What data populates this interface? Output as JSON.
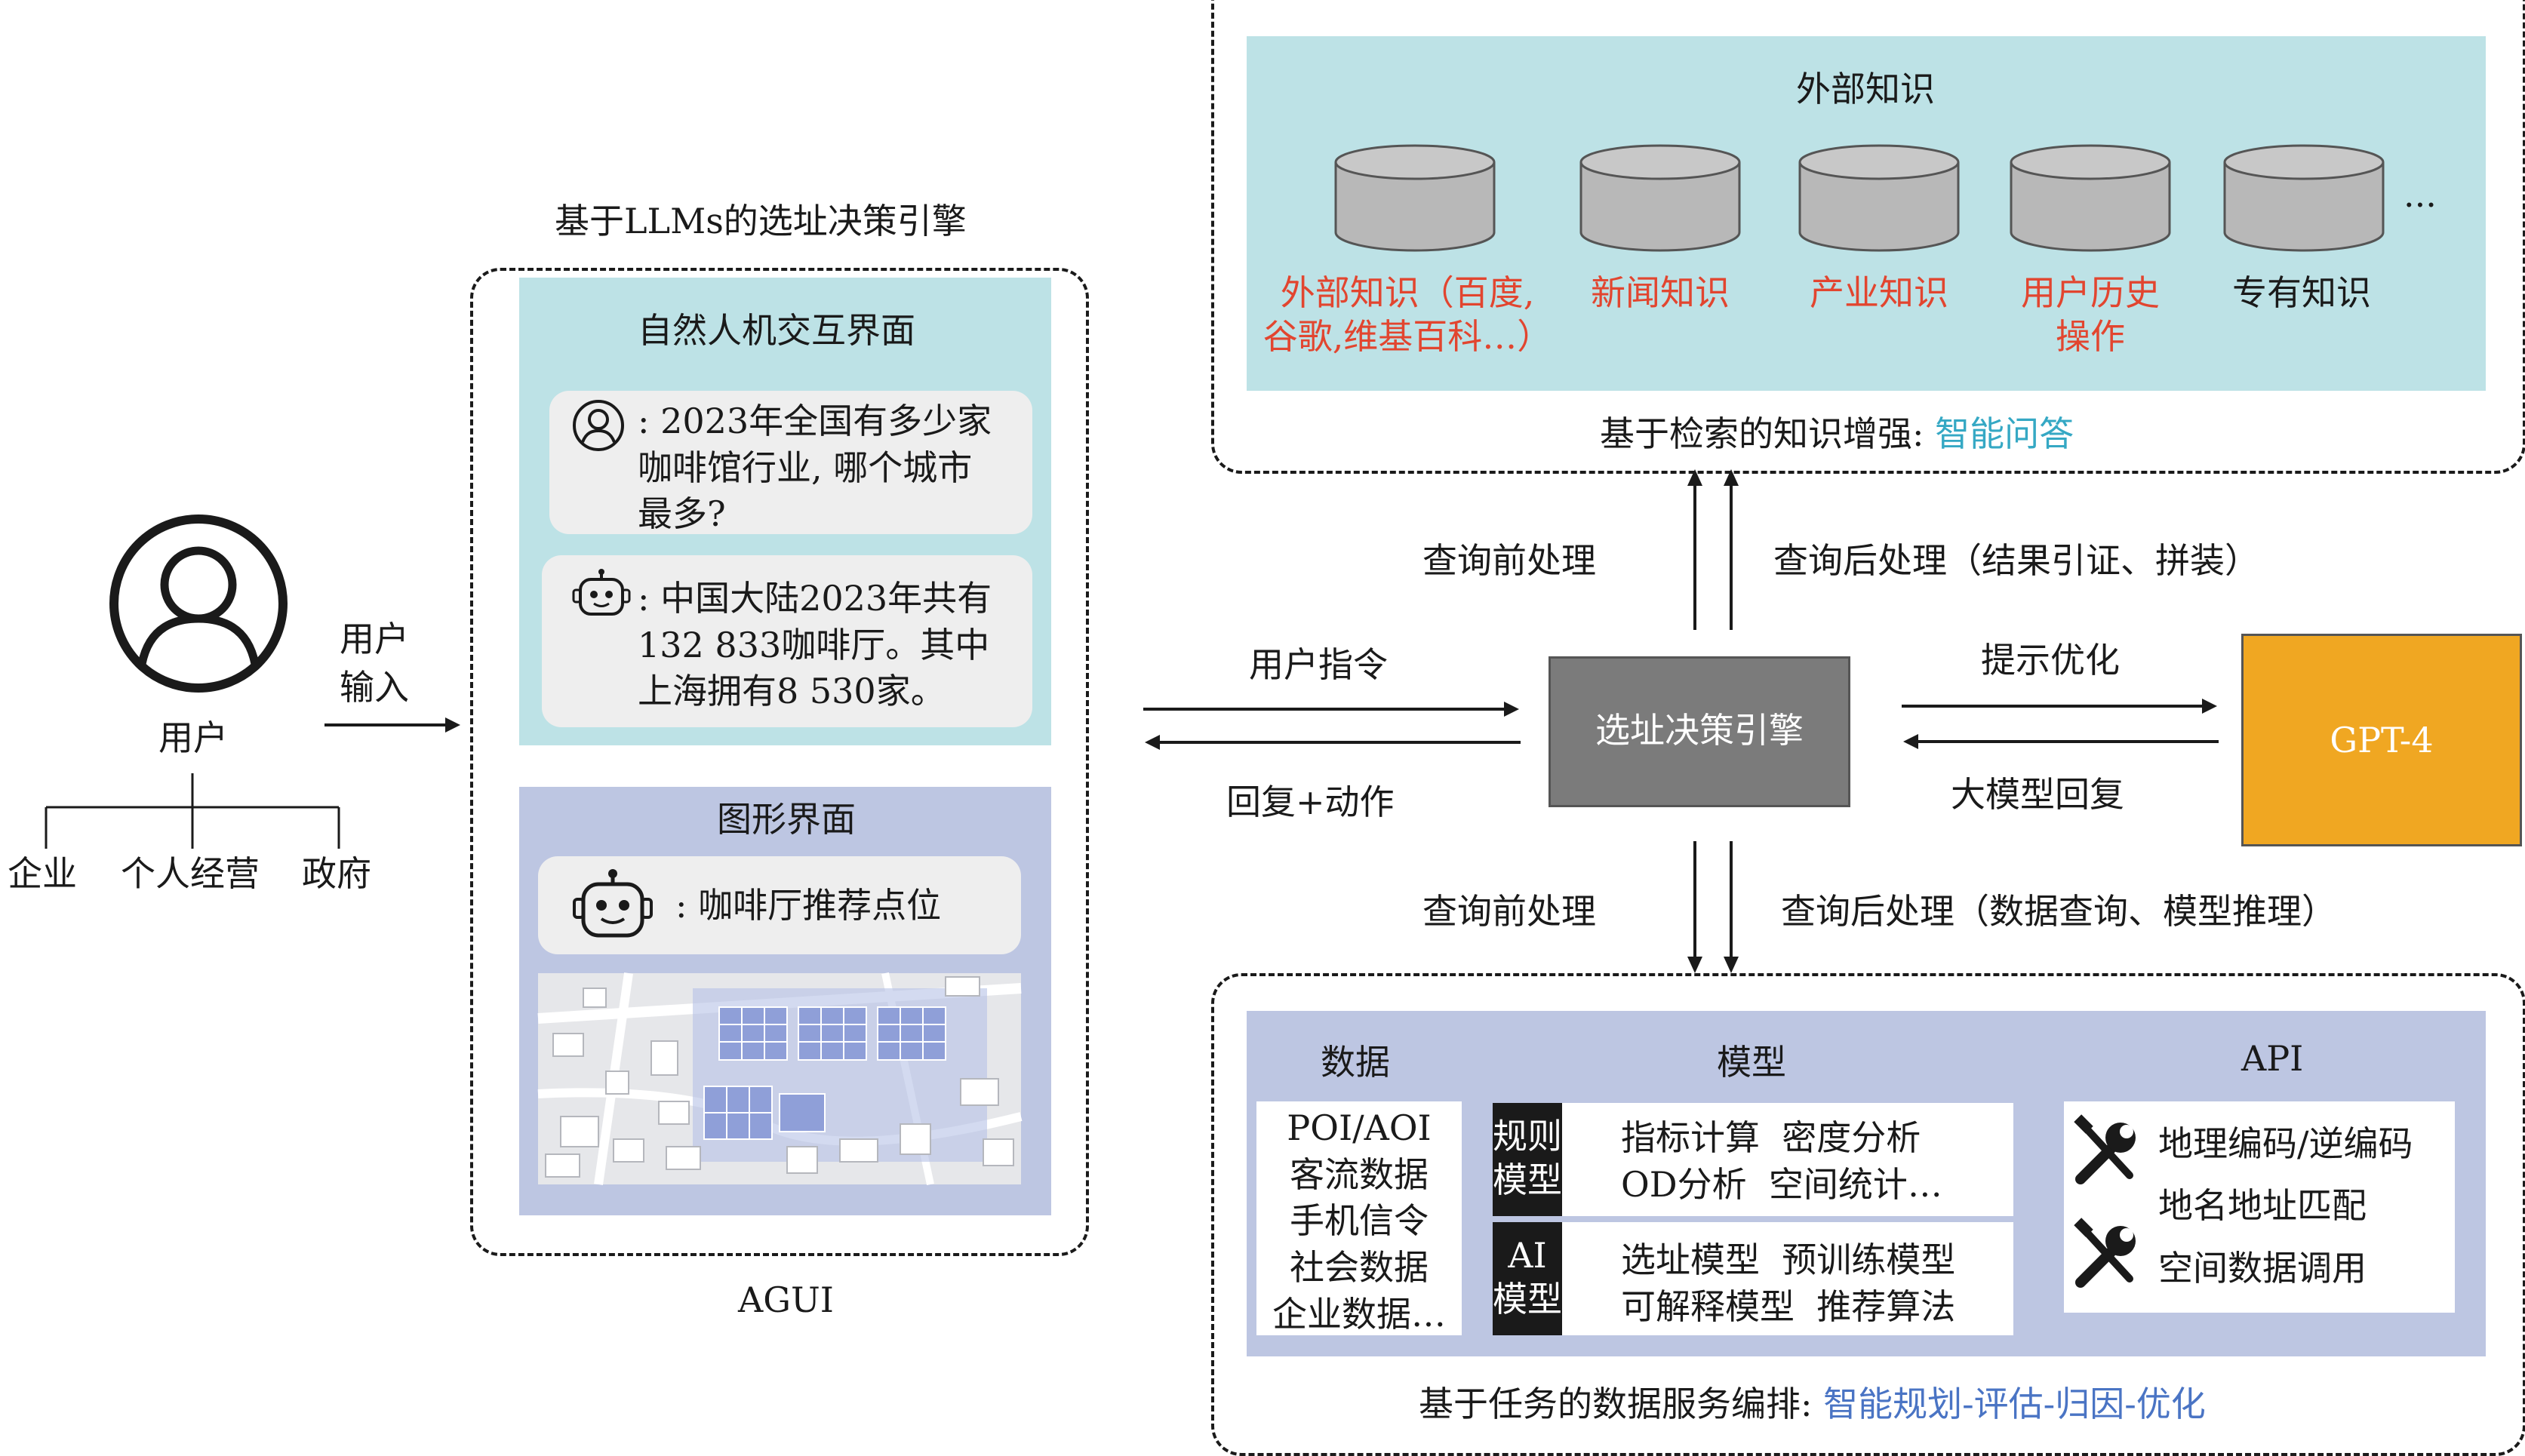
{
  "user": {
    "label": "用户",
    "input_label": "用户\n输入",
    "types": [
      "企业",
      "个人经营",
      "政府"
    ]
  },
  "engine_panel": {
    "title": "基于LLMs的选址决策引擎",
    "footer": "AGUI",
    "nl_ui": {
      "title": "自然人机交互界面",
      "user_msg": ": 2023年全国有多少家\n咖啡馆行业, 哪个城市\n最多?",
      "bot_msg": ": 中国大陆2023年共有\n132 833咖啡厅。其中\n上海拥有8 530家。"
    },
    "gui": {
      "title": "图形界面",
      "bot_msg": ": 咖啡厅推荐点位"
    }
  },
  "center": {
    "engine_label": "选址决策引擎",
    "user_cmd": "用户指令",
    "reply_action": "回复+动作",
    "prompt_opt": "提示优化",
    "llm_reply": "大模型回复",
    "gpt_label": "GPT-4",
    "pre_top": "查询前处理",
    "post_top": "查询后处理（结果引证、拼装）",
    "pre_bottom": "查询前处理",
    "post_bottom": "查询后处理（数据查询、模型推理）"
  },
  "knowledge": {
    "title": "外部知识",
    "ellipsis": "...",
    "items": [
      {
        "label": "外部知识（百度,\n谷歌,维基百科…）",
        "color": "#e2452f"
      },
      {
        "label": "新闻知识",
        "color": "#e2452f"
      },
      {
        "label": "产业知识",
        "color": "#e2452f"
      },
      {
        "label": "用户历史\n操作",
        "color": "#e2452f"
      },
      {
        "label": "专有知识",
        "color": "#1a1a1a"
      }
    ],
    "caption_prefix": "基于检索的知识增强: ",
    "caption_highlight": "智能问答"
  },
  "services": {
    "data_title": "数据",
    "model_title": "模型",
    "api_title": "API",
    "data_items": "POI/AOI\n客流数据\n手机信令\n社会数据\n企业数据…",
    "rule_tag": "规则\n模型",
    "rule_items": "指标计算  密度分析\nOD分析  空间统计…",
    "ai_tag": "AI\n模型",
    "ai_items": "选址模型  预训练模型\n可解释模型  推荐算法",
    "api_items": [
      "地理编码/逆编码",
      "地名地址匹配",
      "空间数据调用"
    ],
    "caption_prefix": "基于任务的数据服务编排: ",
    "caption_highlight": "智能规划-评估-归因-优化"
  }
}
